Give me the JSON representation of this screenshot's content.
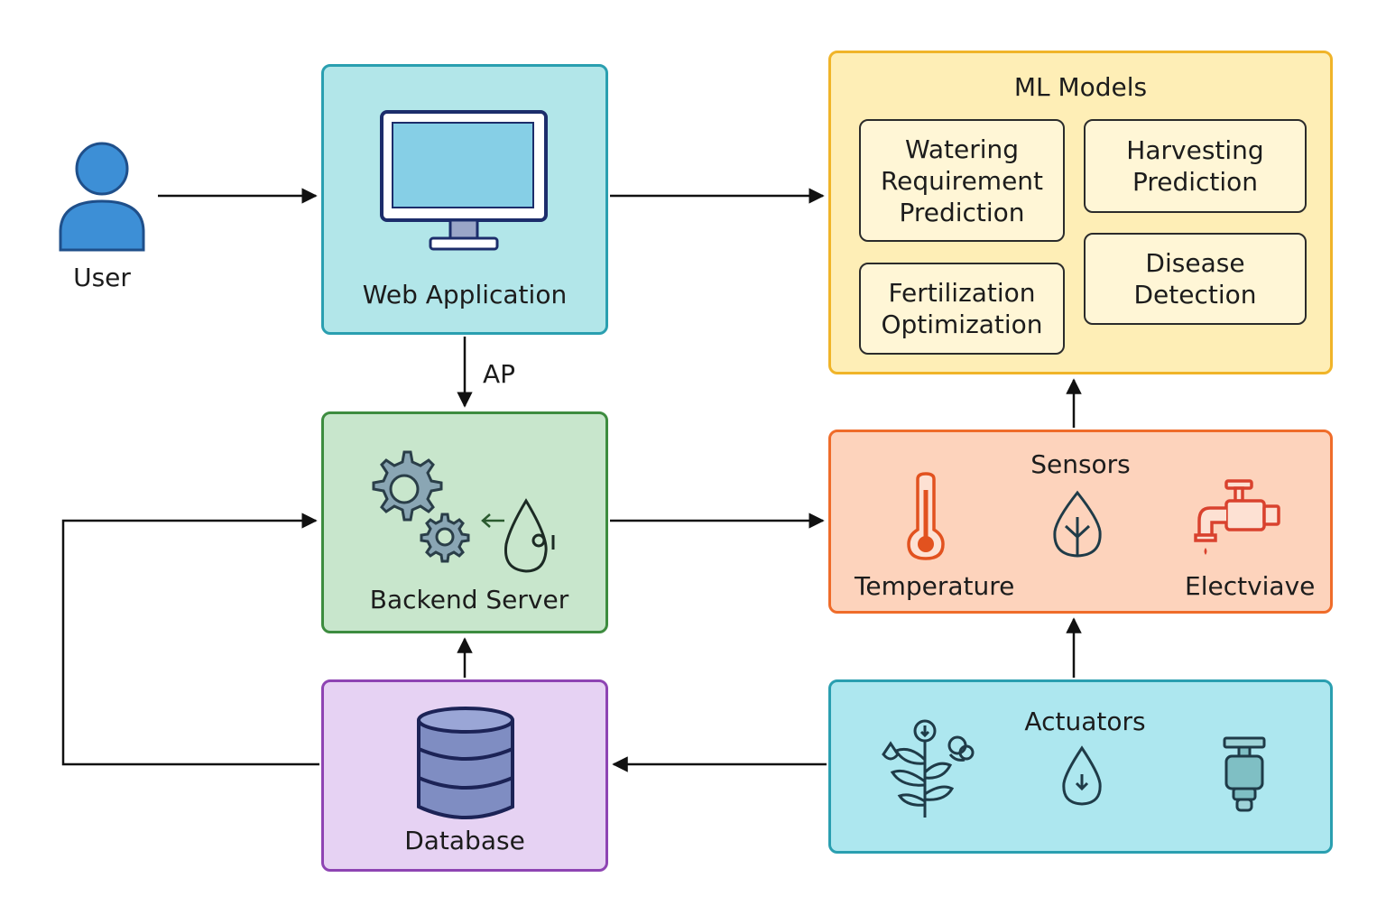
{
  "user": {
    "label": "User"
  },
  "web_app": {
    "label": "Web Application"
  },
  "api_edge": {
    "label": "AP"
  },
  "backend": {
    "label": "Backend Server"
  },
  "database": {
    "label": "Database"
  },
  "ml_models": {
    "title": "ML Models",
    "items": [
      {
        "label": "Watering Requirement Prediction"
      },
      {
        "label": "Harvesting Prediction"
      },
      {
        "label": "Fertilization Optimization"
      },
      {
        "label": "Disease Detection"
      }
    ]
  },
  "sensors": {
    "title": "Sensors",
    "temperature_label": "Temperature",
    "valve_label": "Electviave",
    "icons": [
      "thermometer-icon",
      "leaf-drop-icon",
      "faucet-icon"
    ]
  },
  "actuators": {
    "title": "Actuators",
    "icons": [
      "plant-icon",
      "water-drop-icon",
      "sprinkler-icon"
    ]
  },
  "colors": {
    "web_app_fill": "#b2e6e9",
    "backend_fill": "#c8e6cc",
    "database_fill": "#e6d2f3",
    "ml_fill": "#feeeb6",
    "sensors_fill": "#fdd3bc",
    "actuators_fill": "#ade7ef",
    "user_blue": "#3d8fd6"
  }
}
